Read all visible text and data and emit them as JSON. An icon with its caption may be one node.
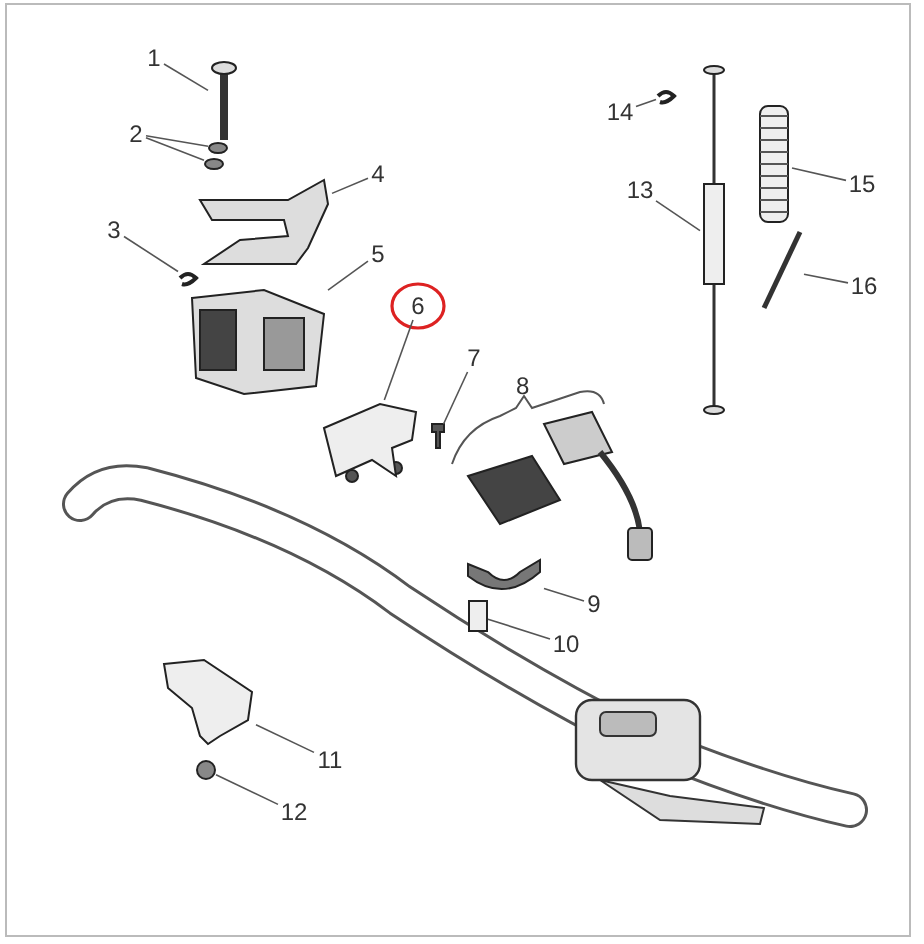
{
  "diagram": {
    "nodes": [
      {
        "text": [
          "1"
        ]
      },
      {
        "text": [
          "2"
        ]
      },
      {
        "text": [
          "3"
        ]
      },
      {
        "text": [
          "4"
        ]
      },
      {
        "text": [
          "5"
        ]
      },
      {
        "text": [
          "6"
        ]
      },
      {
        "text": [
          "7"
        ]
      },
      {
        "text": [
          "9"
        ]
      },
      {
        "text": [
          "10"
        ]
      },
      {
        "text": [
          "11"
        ]
      },
      {
        "text": [
          "12"
        ]
      },
      {
        "text": [
          "13"
        ]
      },
      {
        "text": [
          "14"
        ]
      },
      {
        "text": [
          "15"
        ]
      },
      {
        "text": [
          "16"
        ]
      },
      {
        "text": [],
        "shape": "picture"
      },
      {
        "text": [],
        "shape": "circle"
      },
      {
        "text": [],
        "shape": "circle"
      },
      {
        "text": [],
        "shape": "picture"
      },
      {
        "text": [],
        "shape": "picture"
      },
      {
        "text": [],
        "shape": "picture"
      },
      {
        "text": [],
        "shape": "picture"
      },
      {
        "text": [],
        "shape": "picture"
      },
      {
        "text": [],
        "shape": "picture"
      },
      {
        "text": [],
        "shape": "box"
      },
      {
        "text": [],
        "shape": "picture"
      },
      {
        "text": [],
        "shape": "circle"
      },
      {
        "text": [],
        "shape": "picture"
      },
      {
        "text": [],
        "shape": "picture"
      },
      {
        "text": [],
        "shape": "picture"
      },
      {
        "text": [],
        "shape": "picture"
      }
    ],
    "edges": [
      {
        "from": 0,
        "to": 15,
        "arrow": "none"
      },
      {
        "from": 1,
        "to": 16,
        "arrow": "none"
      },
      {
        "from": 1,
        "to": 17,
        "arrow": "none"
      },
      {
        "from": 2,
        "to": 18,
        "arrow": "none"
      },
      {
        "from": 3,
        "to": 19,
        "arrow": "none"
      },
      {
        "from": 4,
        "to": 20,
        "arrow": "none"
      },
      {
        "from": 5,
        "to": 21,
        "arrow": "none"
      },
      {
        "from": 6,
        "to": 22,
        "arrow": "none"
      },
      {
        "from": 7,
        "to": 23,
        "arrow": "none"
      },
      {
        "from": 8,
        "to": 24,
        "arrow": "none"
      },
      {
        "from": 9,
        "to": 25,
        "arrow": "none"
      },
      {
        "from": 10,
        "to": 26,
        "arrow": "none"
      },
      {
        "from": 11,
        "to": 27,
        "arrow": "none"
      },
      {
        "from": 12,
        "to": 28,
        "arrow": "none"
      },
      {
        "from": 13,
        "to": 29,
        "arrow": "none"
      },
      {
        "from": 14,
        "to": 30,
        "arrow": "none"
      }
    ],
    "labels": [
      "8"
    ]
  }
}
